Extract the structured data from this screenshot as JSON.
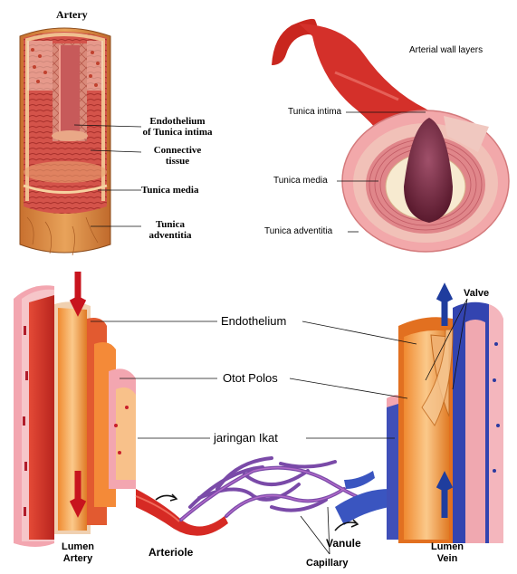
{
  "artery_panel": {
    "title": "Artery",
    "labels": {
      "endothelium": "Endothelium\nof Tunica intima",
      "connective": "Connective\ntissue",
      "media": "Tunica media",
      "adventitia": "Tunica\nadventitia"
    }
  },
  "wall_panel": {
    "title": "Arterial wall layers",
    "labels": {
      "intima": "Tunica intima",
      "media": "Tunica media",
      "adventitia": "Tunica adventitia"
    }
  },
  "vessel_panel": {
    "center_labels": {
      "endothelium": "Endothelium",
      "otot_polos": "Otot Polos",
      "jaringan_ikat": "jaringan Ikat"
    },
    "valve": "Valve",
    "lumen_artery": "Lumen\nArtery",
    "lumen_vein": "Lumen\nVein",
    "arteriole": "Arteriole",
    "vanule": "Vanule",
    "capillary": "Capillary"
  },
  "colors": {
    "artery_red": "#e23a2c",
    "flesh": "#f2b89e",
    "vein_blue": "#2b3fa0",
    "capillary_purple": "#7a4aa8",
    "arrow_red": "#c8141e",
    "arrow_blue": "#1f3d9e"
  }
}
